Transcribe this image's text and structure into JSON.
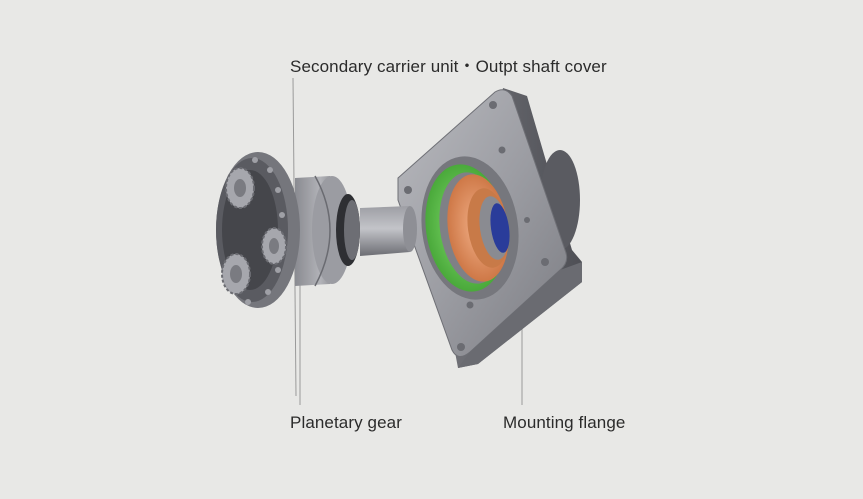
{
  "labels": {
    "secondary_carrier": "Secondary carrier unit・Outpt shaft cover",
    "planetary_gear": "Planetary gear",
    "mounting_flange": "Mounting flange"
  },
  "colors": {
    "background": "#e8e8e6",
    "metal": "#8f9096",
    "metal_dark": "#55565c",
    "green_seal": "#5cc24a",
    "orange_bearing": "#e08a55",
    "blue_core": "#2a3c9a",
    "leader_line": "#9a9a9a"
  }
}
